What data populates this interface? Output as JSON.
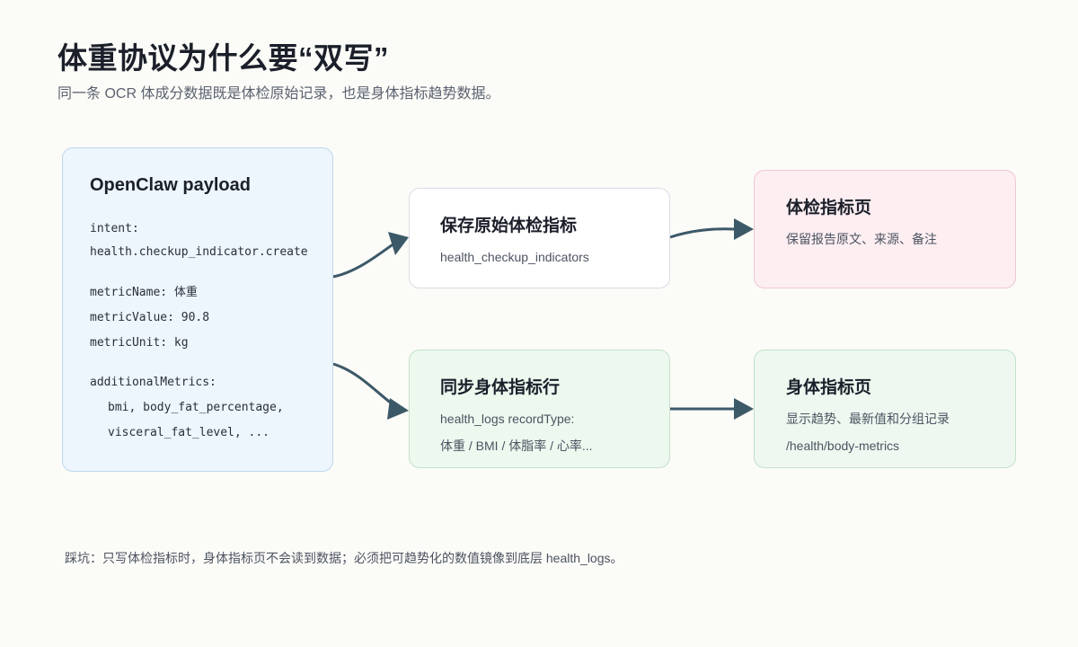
{
  "header": {
    "title": "体重协议为什么要“双写”",
    "subtitle": "同一条 OCR 体成分数据既是体检原始记录，也是身体指标趋势数据。"
  },
  "payload": {
    "title": "OpenClaw payload",
    "lines": [
      "intent:",
      "health.checkup_indicator.create",
      "metricName: 体重",
      "metricValue: 90.8",
      "metricUnit: kg",
      "additionalMetrics:",
      "bmi, body_fat_percentage,",
      "visceral_fat_level, ..."
    ]
  },
  "raw_box": {
    "title": "保存原始体检指标",
    "lines": [
      "health_checkup_indicators"
    ]
  },
  "checkup_box": {
    "title": "体检指标页",
    "lines": [
      "保留报告原文、来源、备注"
    ]
  },
  "sync_box": {
    "title": "同步身体指标行",
    "lines": [
      "health_logs recordType:",
      "体重 / BMI / 体脂率 / 心率..."
    ]
  },
  "metrics_box": {
    "title": "身体指标页",
    "lines": [
      "显示趋势、最新值和分组记录",
      "/health/body-metrics"
    ]
  },
  "footnote": "踩坑：只写体检指标时，身体指标页不会读到数据；必须把可趋势化的数值镜像到底层 health_logs。",
  "colors": {
    "arrow": "#3c5968",
    "payload_bg": "#edf5fd",
    "checkup_bg": "#fdeef1",
    "sync_bg": "#edf8ef"
  }
}
